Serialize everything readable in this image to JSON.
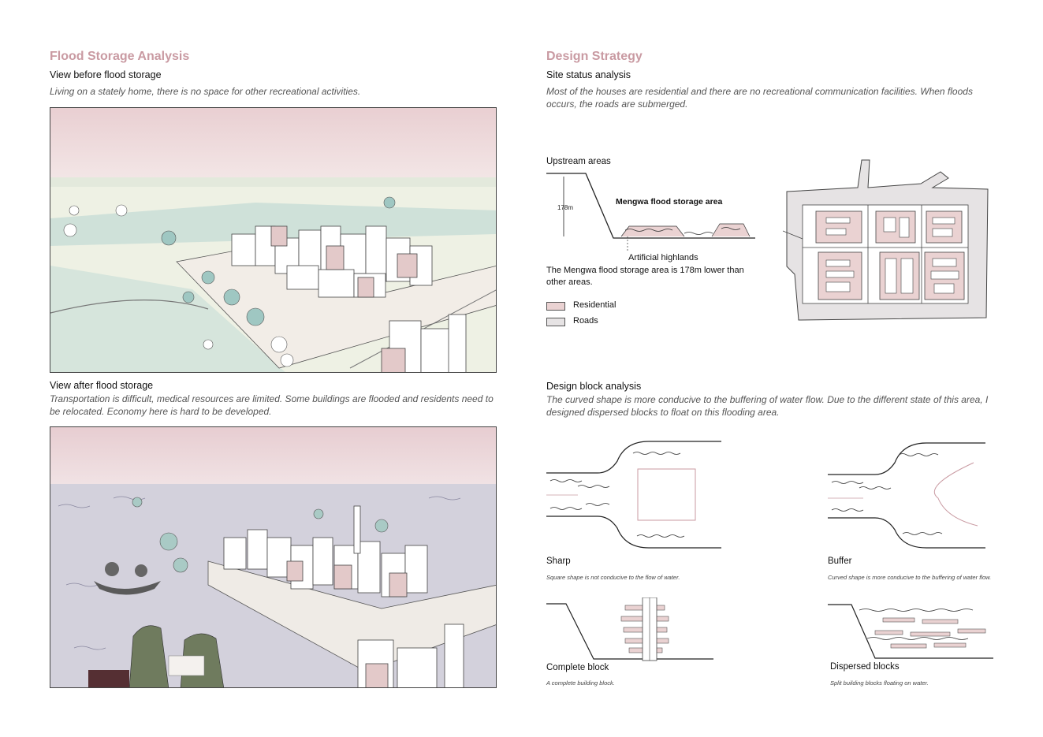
{
  "left": {
    "title": "Flood Storage Analysis",
    "before": {
      "subtitle": "View before flood storage",
      "desc": "Living on a stately home, there is no space for other recreational activities."
    },
    "after": {
      "subtitle": "View after flood storage",
      "desc": "Transportation is difficult, medical resources are limited. Some buildings are flooded and residents need to be relocated. Economy here is hard to be developed."
    }
  },
  "right": {
    "title": "Design Strategy",
    "site": {
      "subtitle": "Site status analysis",
      "desc": "Most of the houses are residential and there are no recreational communication facilities. When floods occurs, the roads are submerged.",
      "section": {
        "upstream": "Upstream areas",
        "depth": "178m",
        "storage_label": "Mengwa flood storage area",
        "highlands": "Artificial highlands",
        "note": "The Mengwa flood storage area is 178m lower than other areas."
      },
      "legend": [
        {
          "label": "Residential",
          "color": "#ead2d2"
        },
        {
          "label": "Roads",
          "color": "#e6e3e4"
        }
      ]
    },
    "block": {
      "subtitle": "Design block analysis",
      "desc": "The curved shape is more conducive to the buffering of water flow. Due to the different state of this area, I designed dispersed blocks to float on this flooding area.",
      "items": [
        {
          "title": "Sharp",
          "desc": "Square shape is not conducive to the flow of water."
        },
        {
          "title": "Buffer",
          "desc": "Curved shape is more conducive to the buffering of water flow."
        },
        {
          "title": "Complete block",
          "desc": "A complete building block."
        },
        {
          "title": "Dispersed blocks",
          "desc": "Split building blocks floating on water."
        }
      ]
    }
  },
  "colors": {
    "accent": "#c99aa2",
    "pink": "#ead2d2",
    "road": "#e6e3e4",
    "water": "#cfcdd8",
    "sky": "#ead7d9"
  }
}
